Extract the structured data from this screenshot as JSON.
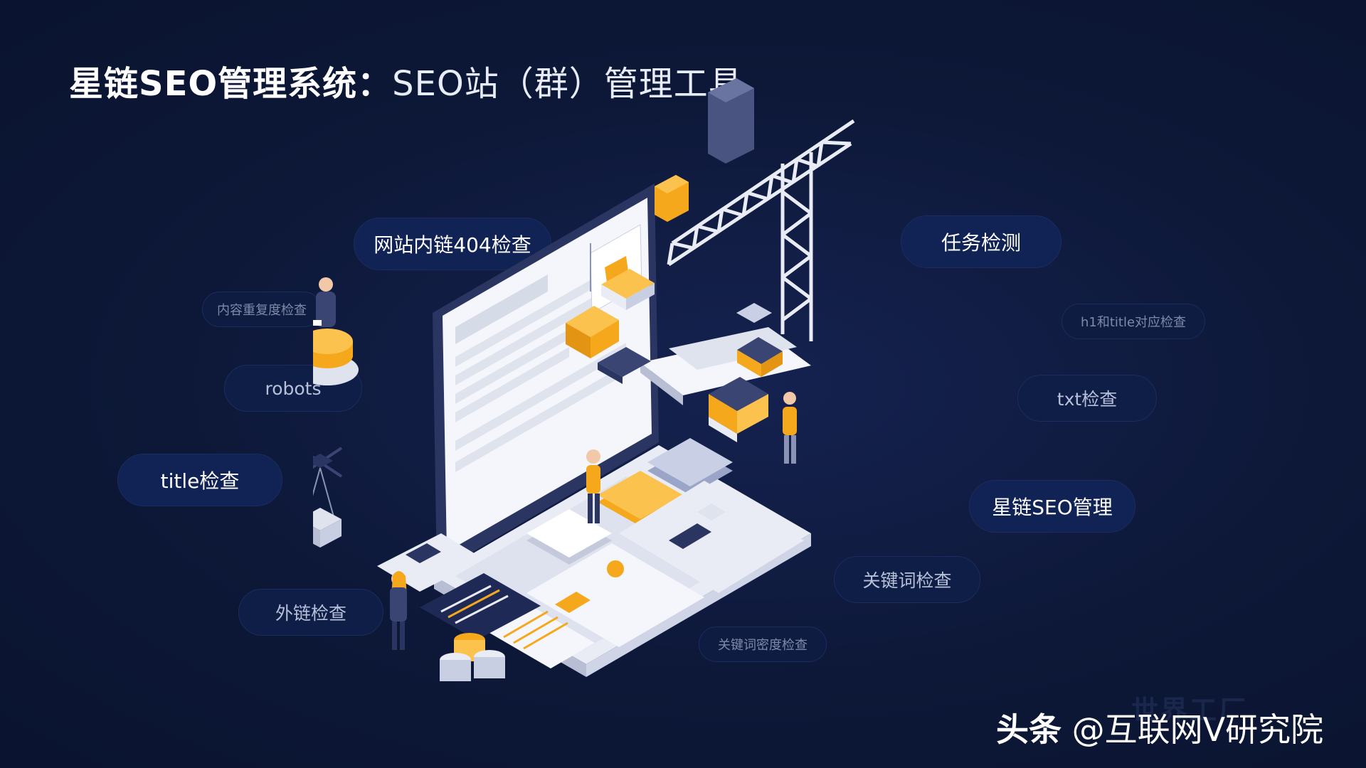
{
  "title": {
    "bold": "星链SEO管理系统：",
    "light": "SEO站（群）管理工具"
  },
  "tags": [
    {
      "id": "tag-internal-404",
      "label": "网站内链404检查"
    },
    {
      "id": "tag-task-detect",
      "label": "任务检测"
    },
    {
      "id": "tag-content-dup",
      "label": "内容重复度检查"
    },
    {
      "id": "tag-h1-title",
      "label": "h1和title对应检查"
    },
    {
      "id": "tag-robots",
      "label": "robots"
    },
    {
      "id": "tag-txt",
      "label": "txt检查"
    },
    {
      "id": "tag-title-check",
      "label": "title检查"
    },
    {
      "id": "tag-xinglian",
      "label": "星链SEO管理"
    },
    {
      "id": "tag-keyword",
      "label": "关键词检查"
    },
    {
      "id": "tag-external",
      "label": "外链检查"
    },
    {
      "id": "tag-keyword-density",
      "label": "关键词密度检查"
    }
  ],
  "footer": {
    "brand": "头条",
    "account": "@互联网V研究院"
  },
  "watermark": "世界工厂",
  "colors": {
    "background": "#0d1838",
    "accent": "#f6a81c",
    "tag_fill": "#112255",
    "illustration_light": "#e9ecf5"
  }
}
